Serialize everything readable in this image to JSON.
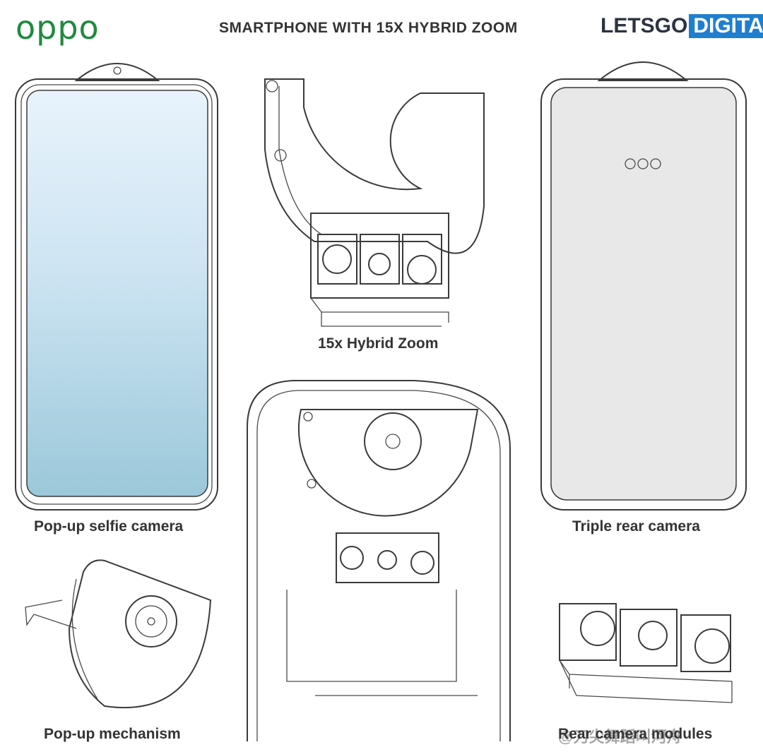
{
  "header": {
    "brand_logo": "oppo",
    "title": "SMARTPHONE WITH 15X HYBRID ZOOM",
    "publisher_part1": "LETSGO",
    "publisher_part2": "DIGITAL"
  },
  "captions": {
    "hybrid_zoom": "15x Hybrid Zoom",
    "selfie": "Pop-up selfie camera",
    "rear": "Triple rear camera",
    "mechanism": "Pop-up mechanism",
    "modules": "Rear camera modules"
  },
  "watermark": "@刀尖舞蹈叫河舟",
  "colors": {
    "brand_green": "#1f8a3f",
    "publisher_blue": "#1f7fcf",
    "screen_top": "#e6f2fb",
    "screen_bottom": "#9cc9dc",
    "back_panel": "#e8e8e8"
  }
}
